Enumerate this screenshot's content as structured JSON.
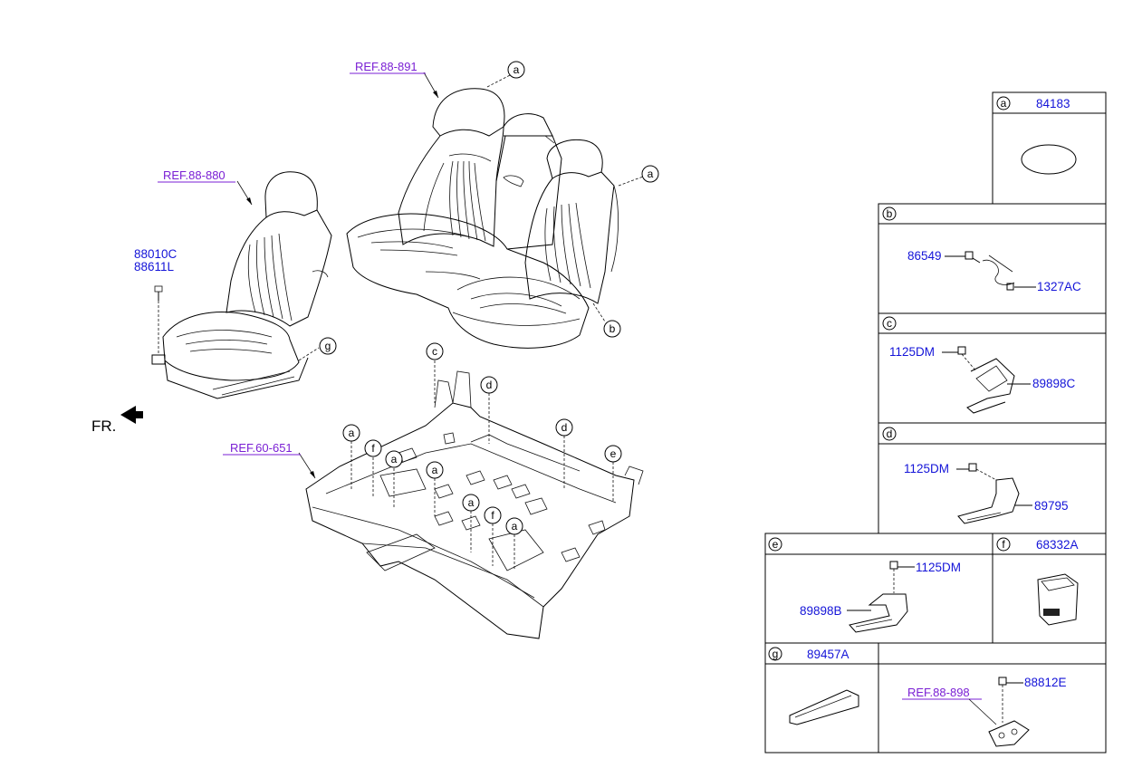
{
  "main": {
    "ref_rear_seat": "REF.88-891",
    "ref_front_seat": "REF.88-880",
    "ref_floor": "REF.60-651",
    "front_seat_parts": [
      "88010C",
      "88611L"
    ],
    "front_label": "FR.",
    "callouts": [
      "a",
      "a",
      "b",
      "g",
      "c",
      "d",
      "d",
      "e",
      "a",
      "f",
      "a",
      "a",
      "a",
      "f",
      "a"
    ]
  },
  "legend": {
    "a": {
      "letter": "a",
      "part": "84183"
    },
    "b": {
      "letter": "b",
      "parts": [
        "86549",
        "1327AC"
      ]
    },
    "c": {
      "letter": "c",
      "parts": [
        "1125DM",
        "89898C"
      ]
    },
    "d": {
      "letter": "d",
      "parts": [
        "1125DM",
        "89795"
      ]
    },
    "e": {
      "letter": "e",
      "parts": [
        "1125DM",
        "89898B"
      ]
    },
    "f": {
      "letter": "f",
      "part": "68332A"
    },
    "g": {
      "letter": "g",
      "part": "89457A",
      "parts": [
        "88812E"
      ],
      "ref": "REF.88-898"
    }
  },
  "colors": {
    "ref": "#7a1fd4",
    "part_number": "#1414d8",
    "line": "#000000"
  }
}
